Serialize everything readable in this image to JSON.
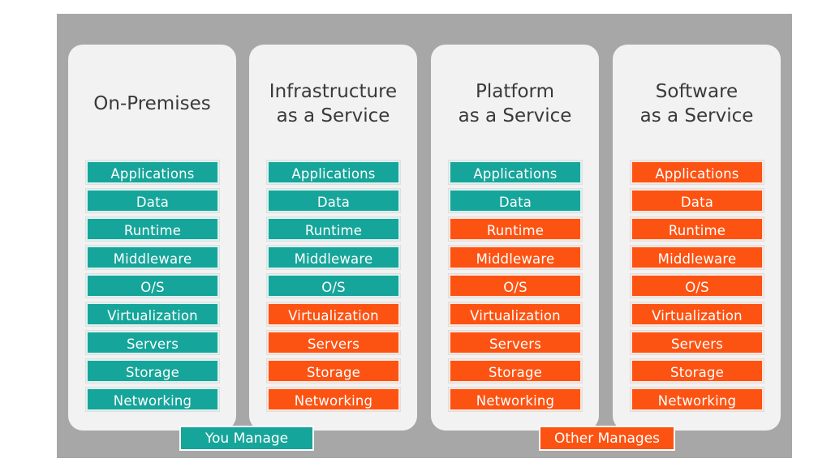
{
  "colors": {
    "you_manage": "#16a59a",
    "other_manages": "#fc5313"
  },
  "columns": [
    {
      "title": "On-Premises",
      "layers": [
        {
          "label": "Applications",
          "managed_by": "you"
        },
        {
          "label": "Data",
          "managed_by": "you"
        },
        {
          "label": "Runtime",
          "managed_by": "you"
        },
        {
          "label": "Middleware",
          "managed_by": "you"
        },
        {
          "label": "O/S",
          "managed_by": "you"
        },
        {
          "label": "Virtualization",
          "managed_by": "you"
        },
        {
          "label": "Servers",
          "managed_by": "you"
        },
        {
          "label": "Storage",
          "managed_by": "you"
        },
        {
          "label": "Networking",
          "managed_by": "you"
        }
      ]
    },
    {
      "title": "Infrastructure\nas a Service",
      "layers": [
        {
          "label": "Applications",
          "managed_by": "you"
        },
        {
          "label": "Data",
          "managed_by": "you"
        },
        {
          "label": "Runtime",
          "managed_by": "you"
        },
        {
          "label": "Middleware",
          "managed_by": "you"
        },
        {
          "label": "O/S",
          "managed_by": "you"
        },
        {
          "label": "Virtualization",
          "managed_by": "other"
        },
        {
          "label": "Servers",
          "managed_by": "other"
        },
        {
          "label": "Storage",
          "managed_by": "other"
        },
        {
          "label": "Networking",
          "managed_by": "other"
        }
      ]
    },
    {
      "title": "Platform\nas a Service",
      "layers": [
        {
          "label": "Applications",
          "managed_by": "you"
        },
        {
          "label": "Data",
          "managed_by": "you"
        },
        {
          "label": "Runtime",
          "managed_by": "other"
        },
        {
          "label": "Middleware",
          "managed_by": "other"
        },
        {
          "label": "O/S",
          "managed_by": "other"
        },
        {
          "label": "Virtualization",
          "managed_by": "other"
        },
        {
          "label": "Servers",
          "managed_by": "other"
        },
        {
          "label": "Storage",
          "managed_by": "other"
        },
        {
          "label": "Networking",
          "managed_by": "other"
        }
      ]
    },
    {
      "title": "Software\nas a Service",
      "layers": [
        {
          "label": "Applications",
          "managed_by": "other"
        },
        {
          "label": "Data",
          "managed_by": "other"
        },
        {
          "label": "Runtime",
          "managed_by": "other"
        },
        {
          "label": "Middleware",
          "managed_by": "other"
        },
        {
          "label": "O/S",
          "managed_by": "other"
        },
        {
          "label": "Virtualization",
          "managed_by": "other"
        },
        {
          "label": "Servers",
          "managed_by": "other"
        },
        {
          "label": "Storage",
          "managed_by": "other"
        },
        {
          "label": "Networking",
          "managed_by": "other"
        }
      ]
    }
  ],
  "legend": {
    "you_manage": "You Manage",
    "other_manages": "Other Manages"
  }
}
